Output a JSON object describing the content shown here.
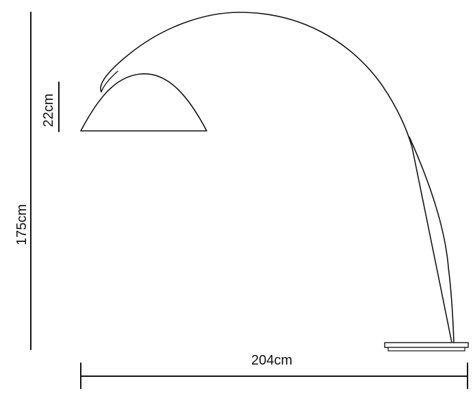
{
  "dimensions": {
    "total_height": "175cm",
    "shade_height": "22cm",
    "total_width": "204cm"
  },
  "colors": {
    "stroke": "#111111",
    "background": "#ffffff"
  }
}
